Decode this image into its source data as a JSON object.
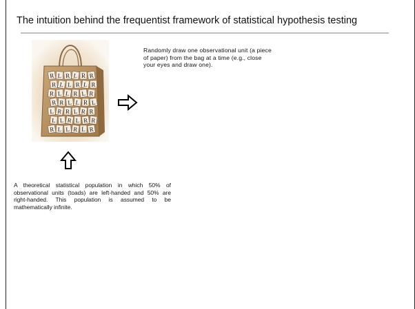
{
  "slide": {
    "title": "The intuition behind the frequentist framework of statistical hypothesis testing",
    "draw_text": "Randomly draw one observational unit (a piece of paper) from the bag at a time (e.g., close your eyes and draw one).",
    "population_text": "A theoretical statistical population in which 50% of observational units (toads) are left-handed and 50% are right-handed. This population is assumed to be mathematically infinite.",
    "bag_image": {
      "icon": "paper-bag-icon",
      "tile_letters": [
        "R",
        "L",
        "R",
        "L",
        "R",
        "R",
        "R",
        "L",
        "L",
        "R",
        "L",
        "R",
        "R",
        "L",
        "L",
        "R",
        "L",
        "R",
        "R",
        "R",
        "L",
        "L",
        "R",
        "L",
        "L",
        "R",
        "R",
        "L",
        "R",
        "R",
        "L",
        "L",
        "R",
        "L",
        "R",
        "R",
        "R",
        "L",
        "L",
        "R",
        "L",
        "R"
      ]
    },
    "arrows": {
      "right": "arrow-right-icon",
      "up": "arrow-up-icon"
    },
    "colors": {
      "rule": "#bdbdbd",
      "bag": "#b58f5e",
      "background": "#ffffff"
    }
  }
}
